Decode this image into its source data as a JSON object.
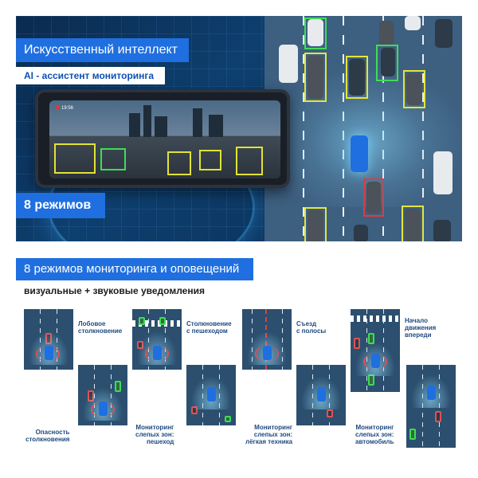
{
  "hero": {
    "title": "Искусственный интеллект",
    "subtitle": "AI - ассистент мониторинга",
    "modes_badge": "8 режимов",
    "screen_rec": "19:56"
  },
  "section": {
    "title": "8 режимов мониторинга и оповещений",
    "subtitle": "визуальные + звуковые уведомления"
  },
  "modes": [
    {
      "label": "Лобовое\nстолкновение"
    },
    {
      "label": "Опасность\nстолкновения"
    },
    {
      "label": "Столкновение\nс пешеходом"
    },
    {
      "label": "Мониторинг\nслепых зон:\nпешеход"
    },
    {
      "label": "Съезд\nс полосы"
    },
    {
      "label": "Мониторинг\nслепых зон:\nлёгкая техника"
    },
    {
      "label": "Начало\nдвижения\nвпереди"
    },
    {
      "label": "Мониторинг\nслепых зон:\nавтомобиль"
    }
  ],
  "colors": {
    "accent": "#1f6fe0",
    "warning": "#e5e53a",
    "alert": "#e23b3b",
    "ok": "#3fdc55"
  }
}
